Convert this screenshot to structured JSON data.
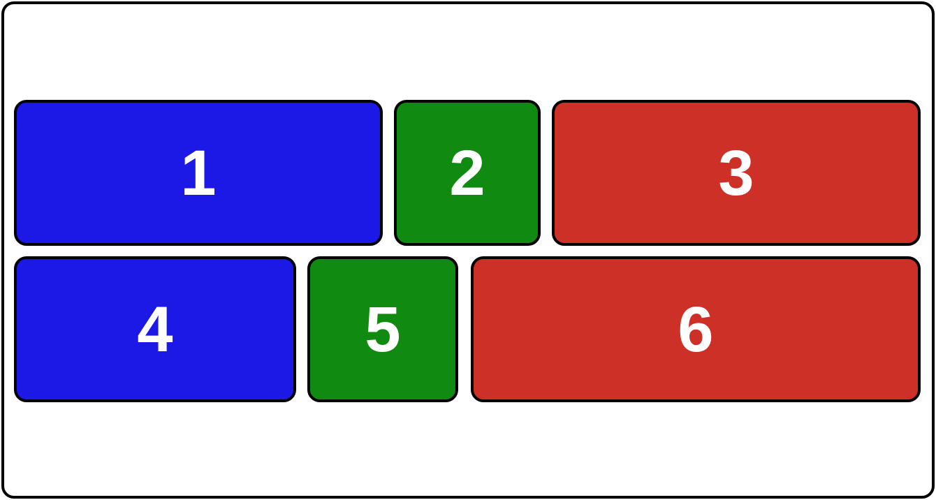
{
  "boxes": [
    {
      "label": "1",
      "color": "#1c18e6"
    },
    {
      "label": "2",
      "color": "#118a11"
    },
    {
      "label": "3",
      "color": "#cd3027"
    },
    {
      "label": "4",
      "color": "#1c18e6"
    },
    {
      "label": "5",
      "color": "#118a11"
    },
    {
      "label": "6",
      "color": "#cd3027"
    }
  ]
}
